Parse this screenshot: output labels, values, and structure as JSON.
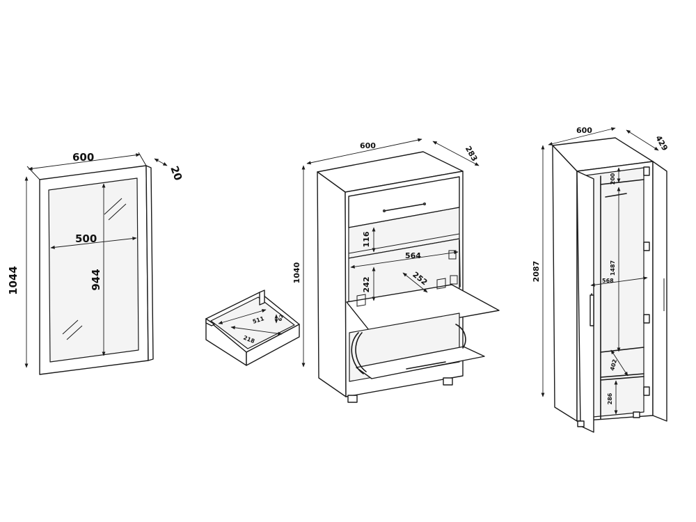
{
  "mirror": {
    "width": "600",
    "depth": "20",
    "height": "1044",
    "inner_width": "500",
    "inner_height": "944"
  },
  "drawer": {
    "length": "511",
    "width": "218",
    "height": "62"
  },
  "shoe_cabinet": {
    "width": "600",
    "depth": "283",
    "height": "1040",
    "shelf_height": "116",
    "inner_width": "564",
    "flap_height": "242",
    "flap_depth": "252"
  },
  "wardrobe": {
    "width": "600",
    "depth": "429",
    "height": "2087",
    "top_height": "200",
    "inner_height": "1487",
    "inner_width": "568",
    "lower_depth": "402",
    "bottom_height": "286"
  }
}
